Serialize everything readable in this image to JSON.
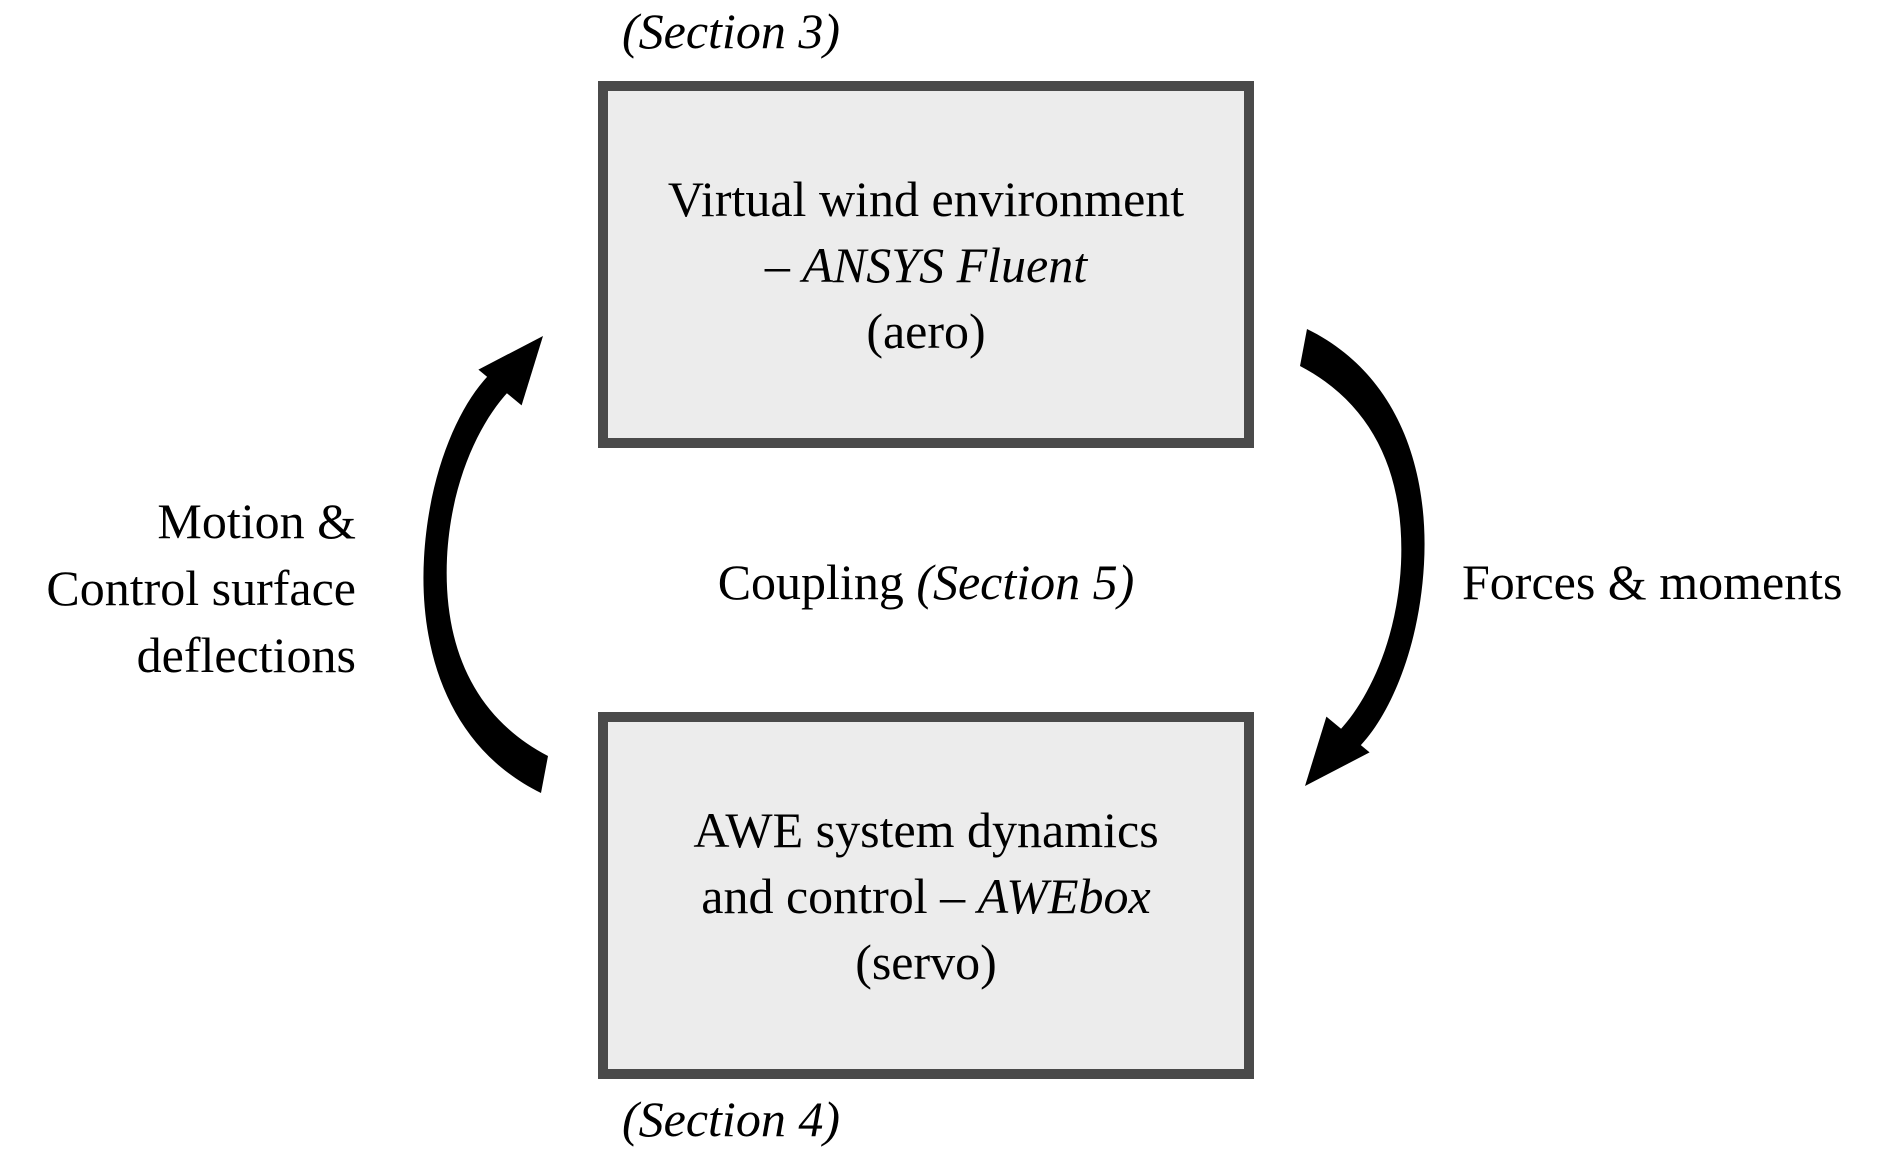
{
  "figure": {
    "colors": {
      "background": "#ffffff",
      "text": "#000000",
      "box_fill": "#ececec",
      "box_border": "#4a4a4a",
      "arrow": "#000000"
    },
    "labels": {
      "section3": "(Section 3)",
      "section4": "(Section 4)",
      "coupling_prefix": "Coupling ",
      "coupling_italic": "(Section 5)",
      "right_arrow_label": "Forces & moments",
      "left_arrow_label": {
        "line1": "Motion &",
        "line2": "Control surface",
        "line3": "deflections"
      }
    },
    "nodes": {
      "aero": {
        "line1": "Virtual wind environment",
        "line2_prefix": "– ",
        "line2_italic": "ANSYS Fluent",
        "line3": "(aero)"
      },
      "servo": {
        "line1": "AWE system dynamics",
        "line2_prefix": "and control – ",
        "line2_italic": "AWEbox",
        "line3": "(servo)"
      }
    },
    "edges": [
      {
        "from": "servo",
        "to": "aero",
        "side": "left",
        "label": "Motion & Control surface deflections"
      },
      {
        "from": "aero",
        "to": "servo",
        "side": "right",
        "label": "Forces & moments"
      }
    ]
  }
}
